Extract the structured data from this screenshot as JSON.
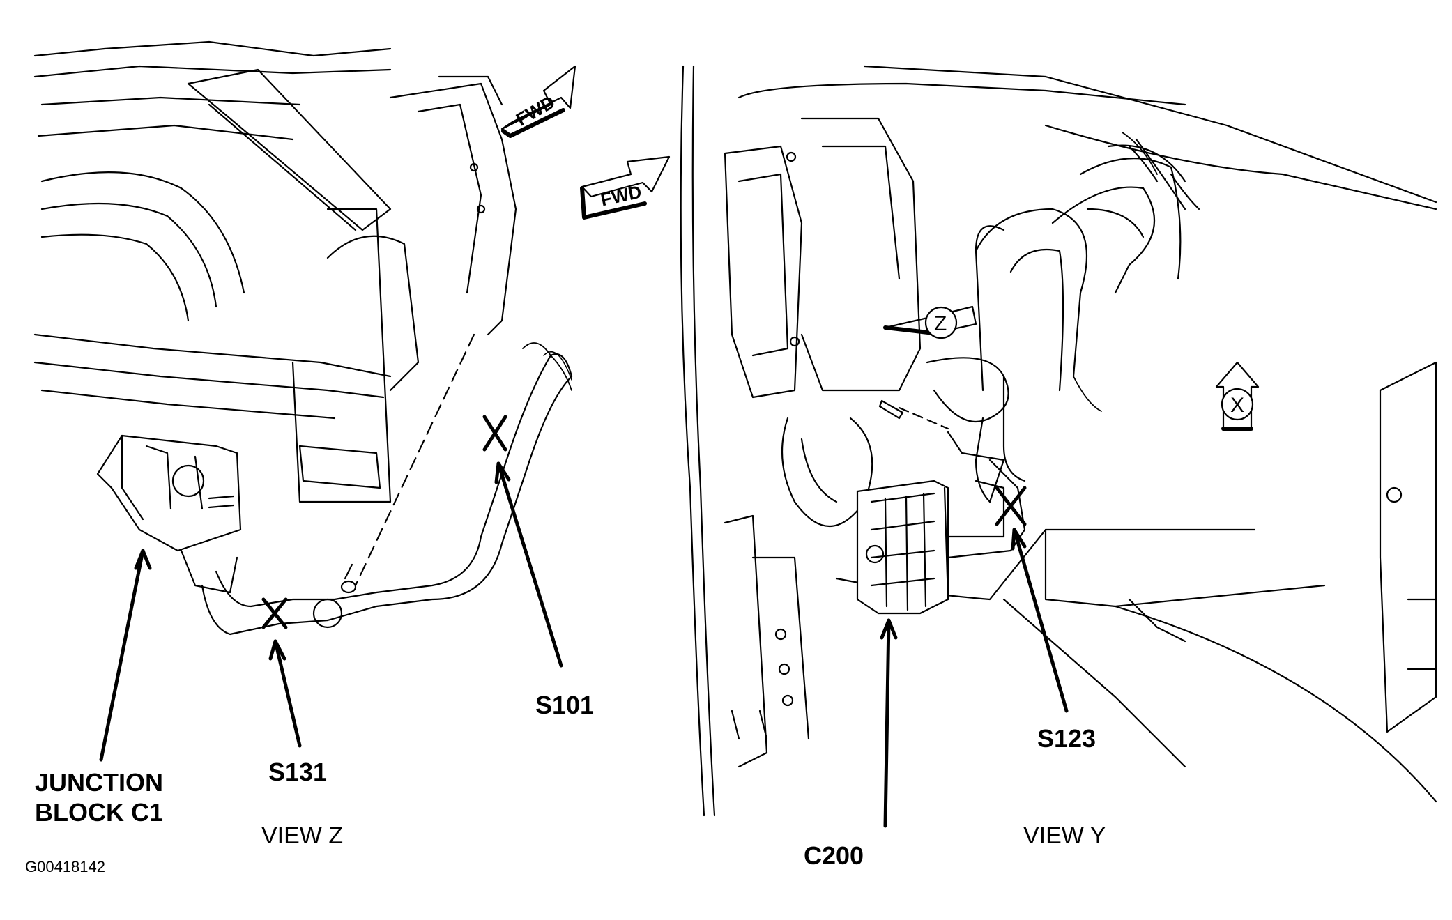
{
  "figure_code": "G00418142",
  "views": [
    {
      "id": "z",
      "title": "VIEW Z"
    },
    {
      "id": "y",
      "title": "VIEW Y"
    }
  ],
  "callouts": {
    "junction_block_line1": "JUNCTION",
    "junction_block_line2": "BLOCK C1",
    "s131": "S131",
    "s101": "S101",
    "s123": "S123",
    "c200": "C200"
  },
  "direction_arrows": {
    "fwd": "FWD",
    "view_z": "Z",
    "view_x": "X"
  },
  "colors": {
    "line": "#000000",
    "background": "#ffffff",
    "arrow_fill": "#dddddd"
  }
}
